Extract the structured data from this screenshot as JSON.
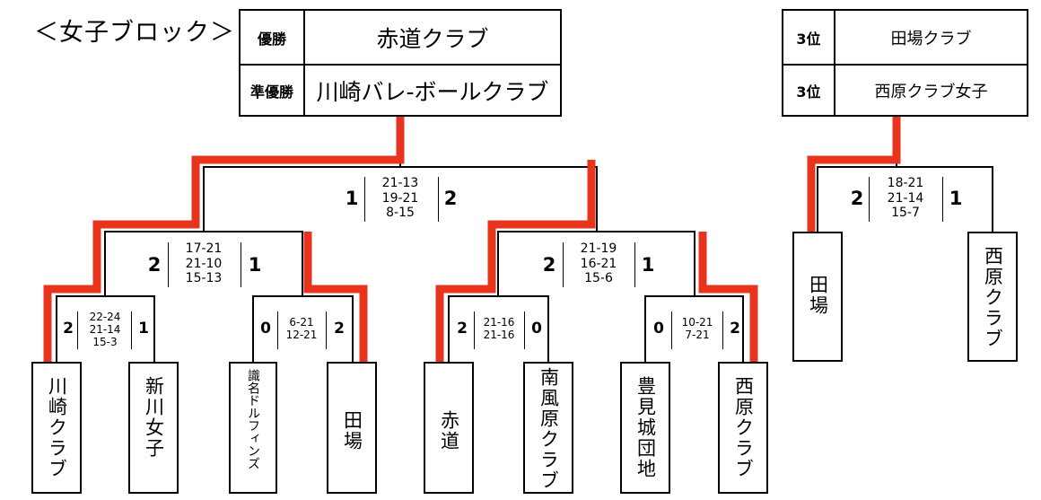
{
  "title": "＜女子ブロック＞",
  "results": {
    "main": [
      {
        "label": "優勝",
        "name": "赤道クラブ"
      },
      {
        "label": "準優勝",
        "name": "川崎バレ-ボールクラブ"
      }
    ],
    "third": [
      {
        "label": "3位",
        "name": "田場クラブ"
      },
      {
        "label": "3位",
        "name": "西原クラブ女子"
      }
    ]
  },
  "teams": [
    {
      "name": "川崎クラブ"
    },
    {
      "name": "新川女子"
    },
    {
      "name": "識名ドルフィンズ"
    },
    {
      "name": "田場"
    },
    {
      "name": "赤道"
    },
    {
      "name": "南風原クラブ"
    },
    {
      "name": "豊見城団地"
    },
    {
      "name": "西原クラブ"
    },
    {
      "name": "田場"
    },
    {
      "name": "西原クラブ"
    }
  ],
  "matches": {
    "r1_a": {
      "left": "2",
      "right": "1",
      "sets": [
        "22-24",
        "21-14",
        "15-3"
      ]
    },
    "r1_b": {
      "left": "0",
      "right": "2",
      "sets": [
        "6-21",
        "12-21"
      ]
    },
    "r1_c": {
      "left": "2",
      "right": "0",
      "sets": [
        "21-16",
        "21-16"
      ]
    },
    "r1_d": {
      "left": "0",
      "right": "2",
      "sets": [
        "10-21",
        "7-21"
      ]
    },
    "sf_left": {
      "left": "2",
      "right": "1",
      "sets": [
        "17-21",
        "21-10",
        "15-13"
      ]
    },
    "sf_right": {
      "left": "2",
      "right": "1",
      "sets": [
        "21-19",
        "16-21",
        "15-6"
      ]
    },
    "final": {
      "left": "1",
      "right": "2",
      "sets": [
        "21-13",
        "19-21",
        "8-15"
      ]
    },
    "third_place": {
      "left": "2",
      "right": "1",
      "sets": [
        "18-21",
        "21-14",
        "15-7"
      ]
    }
  },
  "colors": {
    "winner_line": "#e8341c",
    "line": "#000000"
  }
}
